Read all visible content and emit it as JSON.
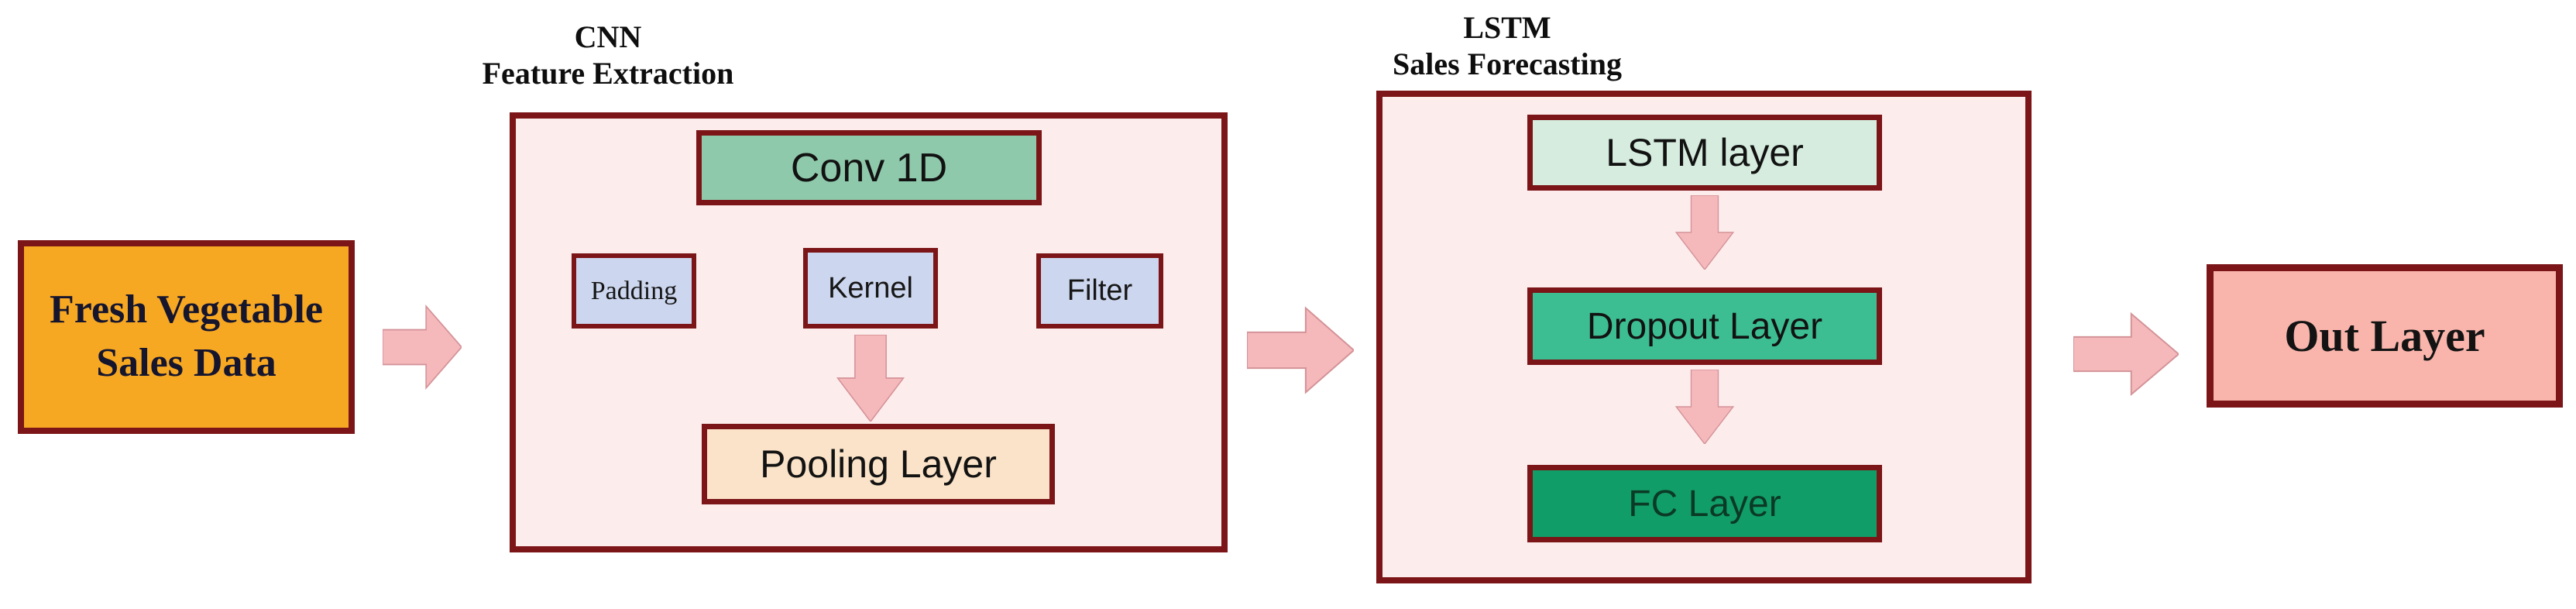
{
  "input_box": {
    "line1": "Fresh Vegetable",
    "line2": "Sales Data",
    "fill": "#f7a823"
  },
  "cnn": {
    "title_line1": "CNN",
    "title_line2": "Feature Extraction",
    "conv_label": "Conv 1D",
    "params": [
      {
        "label": "Padding"
      },
      {
        "label": "Kernel"
      },
      {
        "label": "Filter"
      }
    ],
    "pooling_label": "Pooling Layer",
    "panel_fill": "#fdecec",
    "conv_fill": "#8fc9ab",
    "param_fill": "#ccd6ee",
    "pooling_fill": "#fae3c8"
  },
  "lstm": {
    "title_line1": "LSTM",
    "title_line2": "Sales Forecasting",
    "layers": [
      {
        "label": "LSTM layer",
        "fill": "#d5ecdf"
      },
      {
        "label": "Dropout Layer",
        "fill": "#3dbe92"
      },
      {
        "label": "FC Layer",
        "fill": "#119d67"
      }
    ],
    "panel_fill": "#fdecec"
  },
  "output_box": {
    "label": "Out Layer",
    "fill": "#f9b5ac"
  },
  "colors": {
    "border_maroon": "#7b1517",
    "arrow_pink": "#f5b9bc",
    "arrow_edge": "#d49398",
    "background": "#ffffff"
  },
  "icons": {
    "flow_right": "block-arrow-right",
    "flow_down": "block-arrow-down"
  }
}
